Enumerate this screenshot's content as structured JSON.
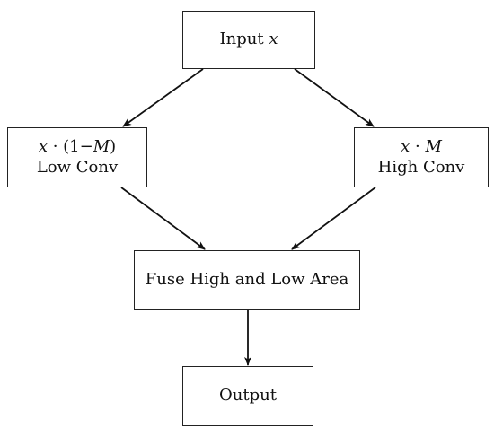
{
  "nodes": {
    "input": {
      "text": "Input ",
      "var": "x"
    },
    "low": {
      "expr_var": "x",
      "expr_dot": " · (1−",
      "expr_mask": "M",
      "expr_close": ")",
      "label": "Low Conv"
    },
    "high": {
      "expr_var": "x",
      "expr_dot": " · ",
      "expr_mask": "M",
      "label": "High Conv"
    },
    "fuse": {
      "label": "Fuse High and Low Area"
    },
    "output": {
      "label": "Output"
    }
  },
  "colors": {
    "stroke": "#222222",
    "arrow": "#111111",
    "background": "#ffffff"
  }
}
